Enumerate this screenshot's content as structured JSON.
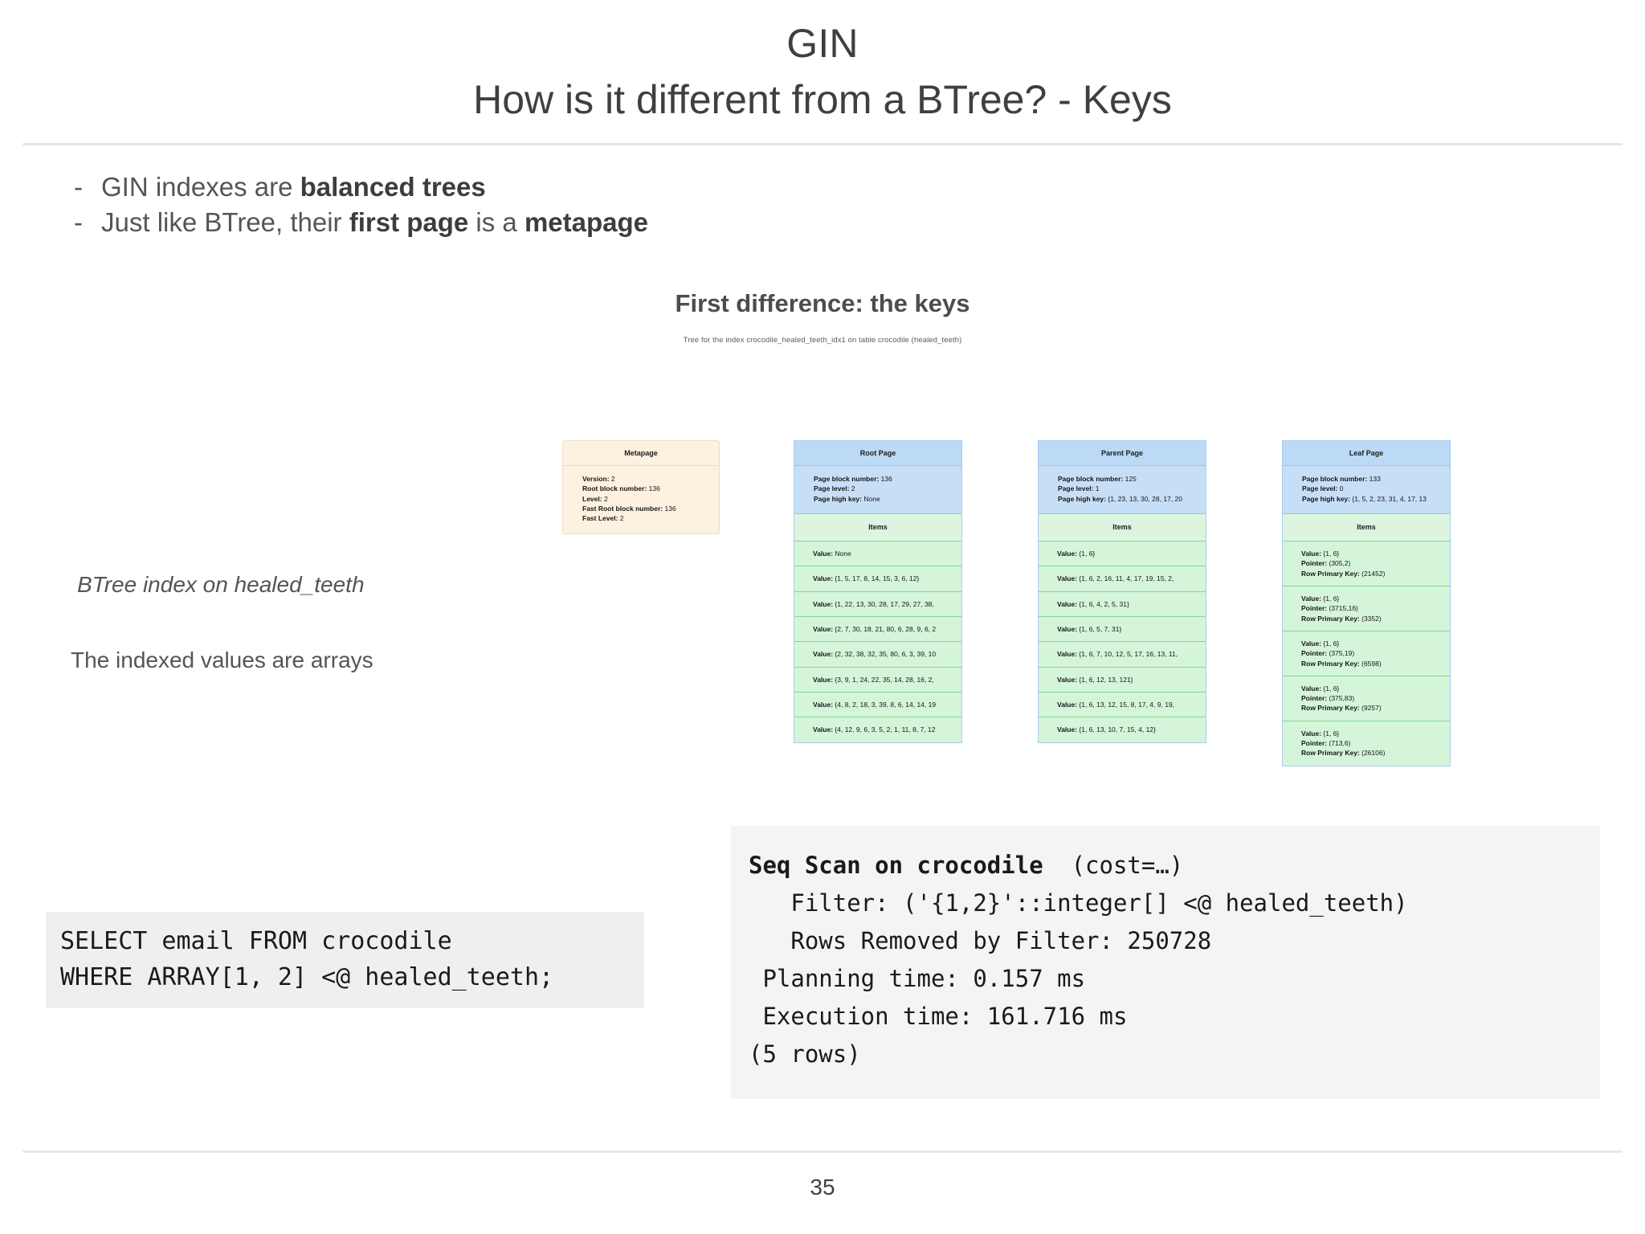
{
  "header": {
    "title": "GIN",
    "subtitle": "How is it different from a BTree? - Keys"
  },
  "bullets": [
    {
      "dash": "-",
      "prefix": "GIN indexes are ",
      "bold1": "balanced trees",
      "mid": "",
      "bold2": "",
      "suffix": ""
    },
    {
      "dash": "-",
      "prefix": "Just like BTree, their ",
      "bold1": "first page",
      "mid": " is a ",
      "bold2": "metapage",
      "suffix": ""
    }
  ],
  "section": {
    "heading": "First difference: the keys",
    "diagram_caption": "Tree for the index crocodile_healed_teeth_idx1 on table crocodile (healed_teeth)"
  },
  "annotations": {
    "italic_label": "BTree index on healed_teeth",
    "plain_label": "The indexed values are arrays"
  },
  "diagram": {
    "metapage": {
      "title": "Metapage",
      "attrs": [
        {
          "label": "Version:",
          "value": " 2"
        },
        {
          "label": "Root block number:",
          "value": " 136"
        },
        {
          "label": "Level:",
          "value": " 2"
        },
        {
          "label": "Fast Root block number:",
          "value": " 136"
        },
        {
          "label": "Fast Level:",
          "value": " 2"
        }
      ]
    },
    "root_page": {
      "title": "Root Page",
      "attrs": [
        {
          "label": "Page block number:",
          "value": " 136"
        },
        {
          "label": "Page level:",
          "value": " 2"
        },
        {
          "label": "Page high key:",
          "value": " None"
        }
      ],
      "items_header": "Items",
      "items": [
        [
          {
            "label": "Value:",
            "value": " None"
          }
        ],
        [
          {
            "label": "Value:",
            "value": " {1, 5, 17, 8, 14, 15, 3, 6, 12}"
          }
        ],
        [
          {
            "label": "Value:",
            "value": " {1, 22, 13, 30, 28, 17, 29, 27, 38,"
          }
        ],
        [
          {
            "label": "Value:",
            "value": " {2, 7, 30, 18, 21, 80, 6, 28, 9, 6, 2"
          }
        ],
        [
          {
            "label": "Value:",
            "value": " {2, 32, 38, 32, 35, 80, 6, 3, 39, 10"
          }
        ],
        [
          {
            "label": "Value:",
            "value": " {3, 9, 1, 24, 22, 35, 14, 28, 16, 2,"
          }
        ],
        [
          {
            "label": "Value:",
            "value": " {4, 8, 2, 18, 3, 39, 8, 6, 14, 14, 19"
          }
        ],
        [
          {
            "label": "Value:",
            "value": " {4, 12, 9, 6, 3, 5, 2, 1, 11, 8, 7, 12"
          }
        ]
      ]
    },
    "parent_page": {
      "title": "Parent Page",
      "attrs": [
        {
          "label": "Page block number:",
          "value": " 125"
        },
        {
          "label": "Page level:",
          "value": " 1"
        },
        {
          "label": "Page high key:",
          "value": " {1, 23, 13, 30, 28, 17, 20"
        }
      ],
      "items_header": "Items",
      "items": [
        [
          {
            "label": "Value:",
            "value": " {1, 6}"
          }
        ],
        [
          {
            "label": "Value:",
            "value": " {1, 6, 2, 16, 11, 4, 17, 19, 15, 2,"
          }
        ],
        [
          {
            "label": "Value:",
            "value": " {1, 6, 4, 2, 5, 31}"
          }
        ],
        [
          {
            "label": "Value:",
            "value": " {1, 6, 5, 7, 31}"
          }
        ],
        [
          {
            "label": "Value:",
            "value": " {1, 6, 7, 10, 12, 5, 17, 16, 13, 11,"
          }
        ],
        [
          {
            "label": "Value:",
            "value": " {1, 6, 12, 13, 121}"
          }
        ],
        [
          {
            "label": "Value:",
            "value": " {1, 6, 13, 12, 15, 8, 17, 4, 9, 19,"
          }
        ],
        [
          {
            "label": "Value:",
            "value": " {1, 6, 13, 10, 7, 15, 4, 12}"
          }
        ]
      ]
    },
    "leaf_page": {
      "title": "Leaf Page",
      "attrs": [
        {
          "label": "Page block number:",
          "value": " 133"
        },
        {
          "label": "Page level:",
          "value": " 0"
        },
        {
          "label": "Page high key:",
          "value": " {1, 5, 2, 23, 31, 4, 17, 13"
        }
      ],
      "items_header": "Items",
      "items": [
        [
          {
            "label": "Value:",
            "value": " {1, 6}"
          },
          {
            "label": "Pointer:",
            "value": " (305,2)"
          },
          {
            "label": "Row Primary Key:",
            "value": " (21452)"
          }
        ],
        [
          {
            "label": "Value:",
            "value": " {1, 6}"
          },
          {
            "label": "Pointer:",
            "value": " (3715,16)"
          },
          {
            "label": "Row Primary Key:",
            "value": " (3352)"
          }
        ],
        [
          {
            "label": "Value:",
            "value": " {1, 6}"
          },
          {
            "label": "Pointer:",
            "value": " (375,19)"
          },
          {
            "label": "Row Primary Key:",
            "value": " (6598)"
          }
        ],
        [
          {
            "label": "Value:",
            "value": " {1, 6}"
          },
          {
            "label": "Pointer:",
            "value": " (375,83)"
          },
          {
            "label": "Row Primary Key:",
            "value": " (9257)"
          }
        ],
        [
          {
            "label": "Value:",
            "value": " {1, 6}"
          },
          {
            "label": "Pointer:",
            "value": " (713,6)"
          },
          {
            "label": "Row Primary Key:",
            "value": " (26106)"
          }
        ]
      ]
    }
  },
  "sql": {
    "text": "SELECT email FROM crocodile\nWHERE ARRAY[1, 2] <@ healed_teeth;"
  },
  "explain": {
    "head_bold": "Seq Scan on crocodile",
    "head_rest": "  (cost=…)",
    "lines": [
      "   Filter: ('{1,2}'::integer[] <@ healed_teeth)",
      "   Rows Removed by Filter: 250728",
      " Planning time: 0.157 ms",
      " Execution time: 161.716 ms",
      "(5 rows)"
    ]
  },
  "footer": {
    "page_number": "35"
  },
  "colors": {
    "metapage_bg": "#fdf1df",
    "page_head_bg": "#c7def7",
    "items_bg": "#d4f5d9",
    "items_hdr_bg": "#ddf5e0",
    "code_bg": "#efefef",
    "explain_bg": "#f4f4f6",
    "text": "#555555"
  }
}
